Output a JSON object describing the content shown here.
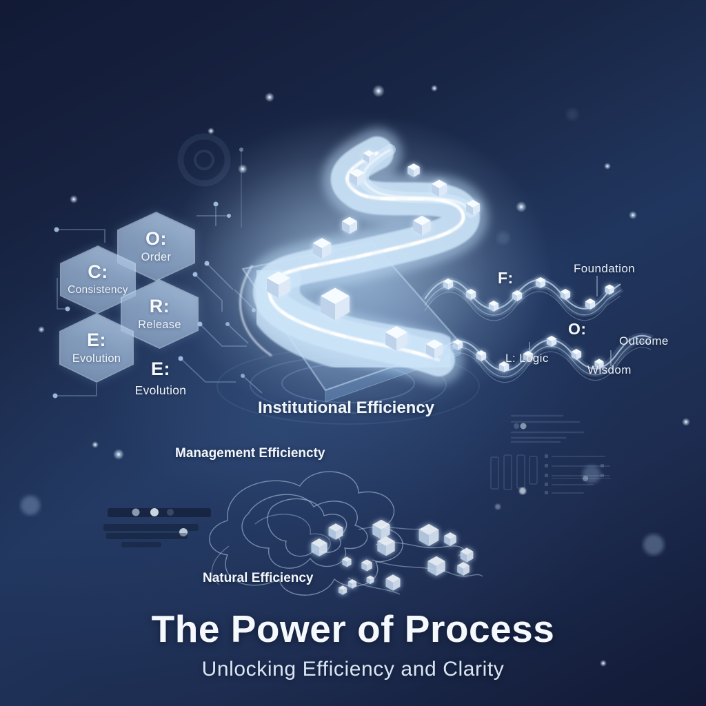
{
  "poster": {
    "title": "The Power of Process",
    "subtitle": "Unlocking Efficiency and Clarity"
  },
  "hex_cluster": {
    "order": {
      "letter": "O:",
      "word": "Order"
    },
    "consistency": {
      "letter": "C:",
      "word": "Consistency"
    },
    "release": {
      "letter": "R:",
      "word": "Release"
    },
    "evolution": {
      "letter": "E:",
      "word": "Evolution"
    },
    "evolution_outside": {
      "letter": "E:",
      "word": "Evolution"
    }
  },
  "road_section": {
    "caption": "Institutional Efficiency"
  },
  "wave_section": {
    "foundation_initial": "F:",
    "foundation": "Foundation",
    "outcome_initial": "O:",
    "outcome": "Outcome",
    "logic": "L: Logic",
    "wisdom": "Wisdom"
  },
  "tangle_section": {
    "management_caption": "Management Efficiencty",
    "natural_caption": "Natural Efficiency"
  },
  "colors": {
    "background_dark": "#131b36",
    "background_mid": "#21365e",
    "glow_blue": "#bcd9f2",
    "text_primary": "#f4f8fd",
    "text_secondary": "#dbe6f3"
  }
}
